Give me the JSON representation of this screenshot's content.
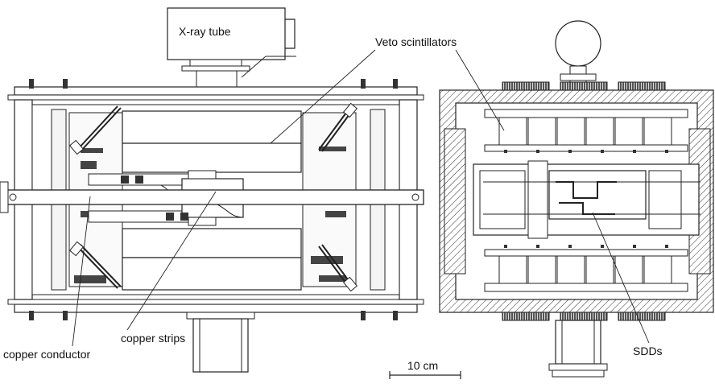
{
  "labels": {
    "xray_tube": "X-ray tube",
    "veto": "Veto scintillators",
    "copper_strips": "copper strips",
    "copper_conductor": "copper conductor",
    "sdds": "SDDs",
    "scale": "10 cm"
  },
  "colors": {
    "line": "#222222",
    "fill_light": "#e6e6e6",
    "fill_mid": "#bdbdbd",
    "fill_dark": "#555555",
    "background": "#ffffff"
  }
}
